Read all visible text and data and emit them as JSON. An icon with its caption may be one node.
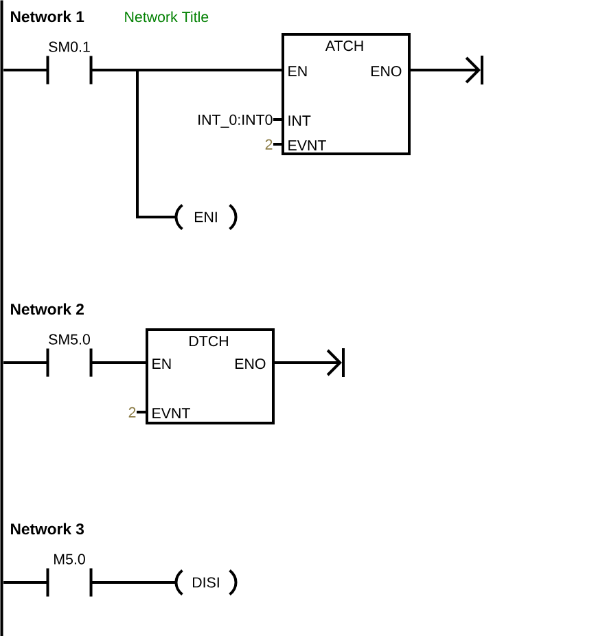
{
  "diagram": {
    "nodes": [
      {
        "text": [],
        "shape": "bar"
      },
      {
        "text": [
          "SM0.1"
        ]
      },
      {
        "text": [
          "ATCH",
          "EN",
          "ENO",
          "INT",
          "EVNT"
        ]
      },
      {
        "text": [
          "INT_0:INT0"
        ]
      },
      {
        "text": [
          "2"
        ]
      },
      {
        "text": [
          "ENI"
        ]
      },
      {
        "text": [
          "SM5.0"
        ]
      },
      {
        "text": [
          "DTCH",
          "EN",
          "ENO",
          "EVNT"
        ]
      },
      {
        "text": [
          "2"
        ]
      },
      {
        "text": [
          "M5.0"
        ]
      },
      {
        "text": [
          "DISI"
        ]
      }
    ],
    "edges": [
      {
        "from": 0,
        "to": 1,
        "arrow": "none"
      },
      {
        "from": 1,
        "to": 2,
        "arrow": "none"
      },
      {
        "from": 1,
        "to": 5,
        "arrow": "none"
      },
      {
        "from": 3,
        "to": 2,
        "arrow": "none"
      },
      {
        "from": 4,
        "to": 2,
        "arrow": "none"
      },
      {
        "from": 2,
        "to": null,
        "arrow": "to"
      },
      {
        "from": 0,
        "to": 6,
        "arrow": "none"
      },
      {
        "from": 6,
        "to": 7,
        "arrow": "none"
      },
      {
        "from": 8,
        "to": 7,
        "arrow": "none"
      },
      {
        "from": 7,
        "to": null,
        "arrow": "to"
      },
      {
        "from": 0,
        "to": 9,
        "arrow": "none"
      },
      {
        "from": 9,
        "to": 10,
        "arrow": "none"
      }
    ],
    "labels": [
      "Network 1",
      "Network Title",
      "Network 2",
      "Network 3"
    ]
  }
}
